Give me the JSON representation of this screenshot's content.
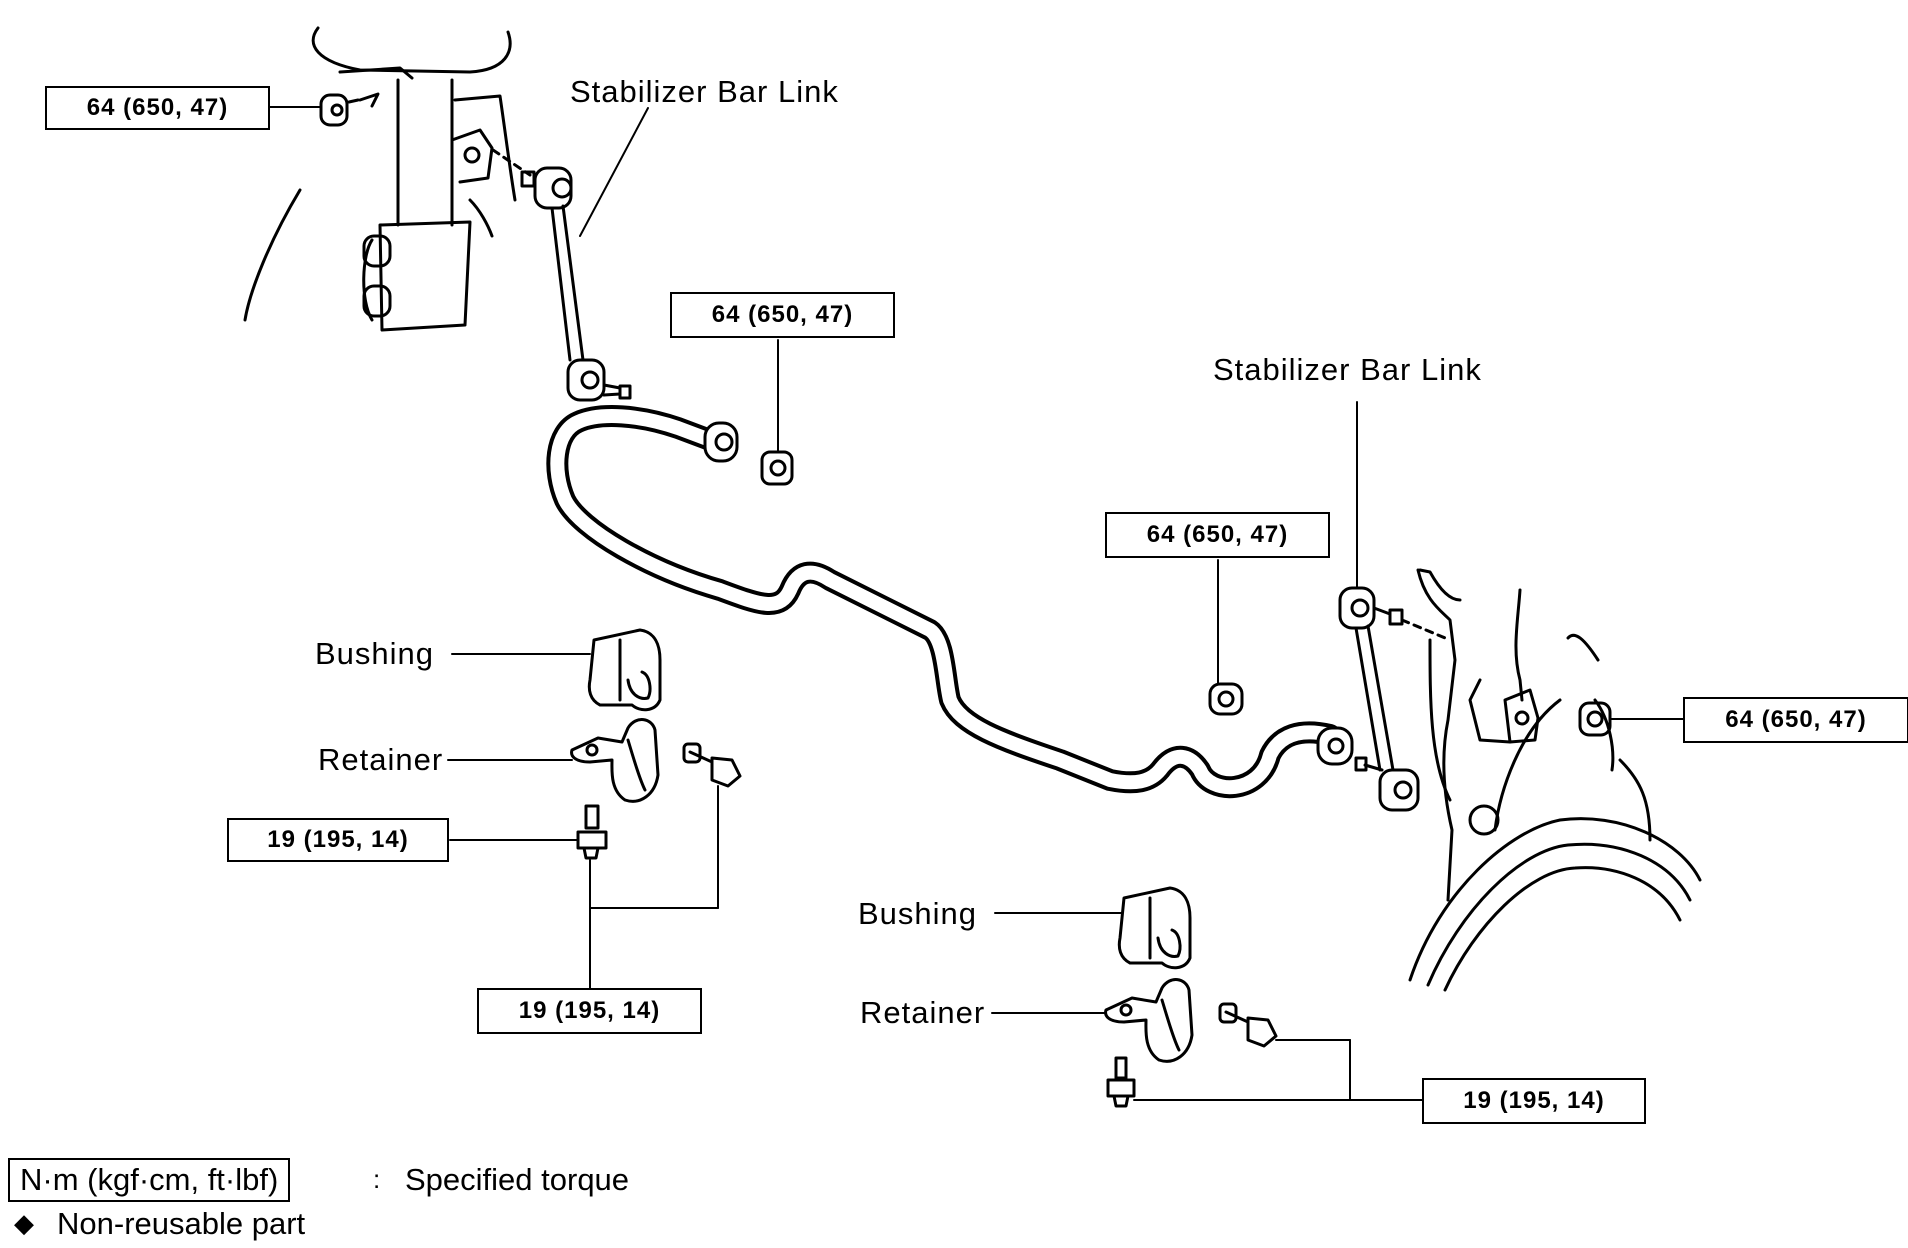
{
  "labels": {
    "stabilizer_bar_link": "Stabilizer Bar Link",
    "bushing": "Bushing",
    "retainer": "Retainer"
  },
  "torque": {
    "link_nut": "64 (650, 47)",
    "retainer_bolt": "19 (195, 14)"
  },
  "legend": {
    "unit_box": "N·m (kgf·cm, ft·lbf)",
    "separator": ":",
    "specified_torque": "Specified torque",
    "nonreusable_symbol": "◆",
    "nonreusable_part": "Non-reusable part"
  }
}
